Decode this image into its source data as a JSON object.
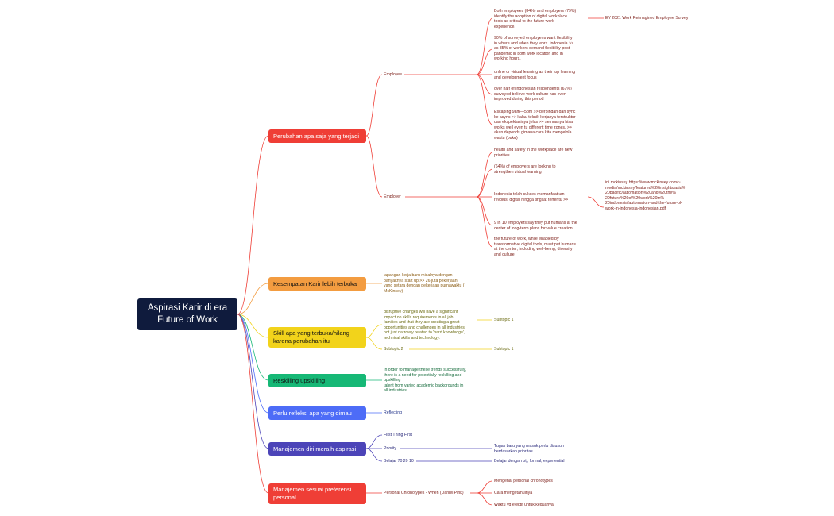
{
  "root": {
    "label": "Aspirasi Karir di era\nFuture of Work"
  },
  "colors": {
    "root": "#0f1b3d",
    "red": "#ef3e36",
    "orange": "#f39c40",
    "yellow": "#f2d31b",
    "green": "#16b876",
    "blue": "#4d6cf7",
    "indigo": "#4c44b8",
    "red2": "#ef3e36"
  },
  "branches": [
    {
      "label": "Perubahan apa saja yang terjadi",
      "children": [
        {
          "label": "Employee",
          "children": [
            {
              "label": "Both employees (84%) and employers (79%)\nidentify the adoption of digital workplace\ntools as critical to the future work\nexperience.",
              "note": "EY 2021 Work Reimagined Employee Survey"
            },
            {
              "label": "90% of surveyed employees want flexibility\nin where and when they work. Indonesia >>\nas 85% of workers demand flexibility post-\npandemic in both work location and in\nworking hours."
            },
            {
              "label": "online or virtual learning as their top learning\nand development focus"
            },
            {
              "label": "over half of Indonesian respondents (67%)\nsurveyed believe work culture has even\nimproved during this period"
            },
            {
              "label": "Escaping 9am—5pm >> berpindah dari sync\nke async >> kalau teknik kerjanya terstruktur\ndan ekspektasinya jelas >> semuanya bisa\nworks well even tu different time zones. >>\nakan depends gimana cara kita mengelola\nwaktu (buku)"
            }
          ]
        },
        {
          "label": "Employer",
          "children": [
            {
              "label": "health and safety in the workplace are new\npriorities"
            },
            {
              "label": "(64%) of employers are looking to\nstrengthen virtual learning."
            },
            {
              "label": "Indonesia telah sukses memanfaatkan\nrevolusi digital hingga tingkat tertentu >>",
              "note": "ini mckinsey https://www.mckinsey.com/~/\nmedia/mckinsey/featured%20insights/asia%\n20pacific/automation%20and%20the%\n20future%20of%20work%20in%\n20indonesia/automation-and-the-future-of-\nwork-in-indonesia-indonesian.pdf"
            },
            {
              "label": "9 in 10 employers say they put humans at the\ncenter of long-term plans for value creation"
            },
            {
              "label": "the future of work, while enabled by\ntransformative digital tools, must put humans\nat the center, including well-being, diversity\nand culture."
            }
          ]
        }
      ]
    },
    {
      "label": "Kesempatan Karir lebih terbuka",
      "children": [
        {
          "label": "lapangan kerja baru misalnya dengan\nbanyaknya start up >> 26 juta pekerjaan\nyang setara dengan pekerjaan purnawaktu (\nMcKinsey)"
        }
      ]
    },
    {
      "label": "Skill apa yang terbuka/hilang\nkarena perubahan itu",
      "children": [
        {
          "label": "disruptive changes will have a significant\nimpact on skills requirements in all job\nfamilies and that they are creating a great\nopportunities and challenges in all industries,\nnot just narrowly related to 'hard knowledge',\ntechnical skills and technology.",
          "note": "Subtopic 1"
        },
        {
          "label": "Subtopic 2",
          "note": "Subtopic 1"
        }
      ]
    },
    {
      "label": "Reskilling upskilling",
      "children": [
        {
          "label": "In order to manage these trends successfully,\nthere is a need for potentially reskilling and\nupskilling\ntalent from varied academic backgrounds in\nall industries"
        }
      ]
    },
    {
      "label": "Perlu refleksi apa yang dimau",
      "children": [
        {
          "label": "Reflecting"
        }
      ]
    },
    {
      "label": "Manajemen diri meraih aspirasi",
      "children": [
        {
          "label": "First Thing First"
        },
        {
          "label": "Priority",
          "note": "Tugas baru yang masuk perlu disusun\nberdasarkan prioritas"
        },
        {
          "label": "Belajar 70 20 10",
          "note": "Belajar dengan otj, formal, experiential"
        }
      ]
    },
    {
      "label": "Manajemen sesuai preferensi\npersonal",
      "children": [
        {
          "label": "Personal Chronotypes - When (Daniel Pink)",
          "children": [
            {
              "label": "Mengenal personal chronotypes"
            },
            {
              "label": "Cara mengetahuinya"
            },
            {
              "label": "Waktu yg efektif untuk keduanya"
            }
          ]
        }
      ]
    }
  ]
}
